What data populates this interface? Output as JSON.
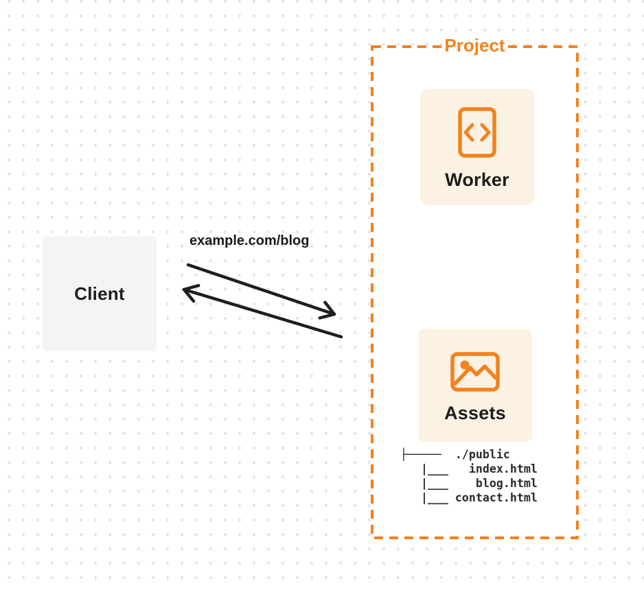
{
  "colors": {
    "accent_orange": "#f2821f",
    "card_background": "#fcf2e3",
    "client_background": "#f4f4f5",
    "text_ink": "#1d1d1f",
    "arrow_ink": "#1e1e1e",
    "dot_grid": "#e3e3e3"
  },
  "client": {
    "label": "Client"
  },
  "request": {
    "url": "example.com/blog"
  },
  "project": {
    "label": "Project",
    "worker": {
      "label": "Worker",
      "icon": "code-file-icon"
    },
    "assets": {
      "label": "Assets",
      "icon": "image-icon"
    },
    "file_tree": [
      "├─────  ./public",
      "   |___   index.html",
      "   |___    blog.html",
      "   |___ contact.html"
    ]
  }
}
